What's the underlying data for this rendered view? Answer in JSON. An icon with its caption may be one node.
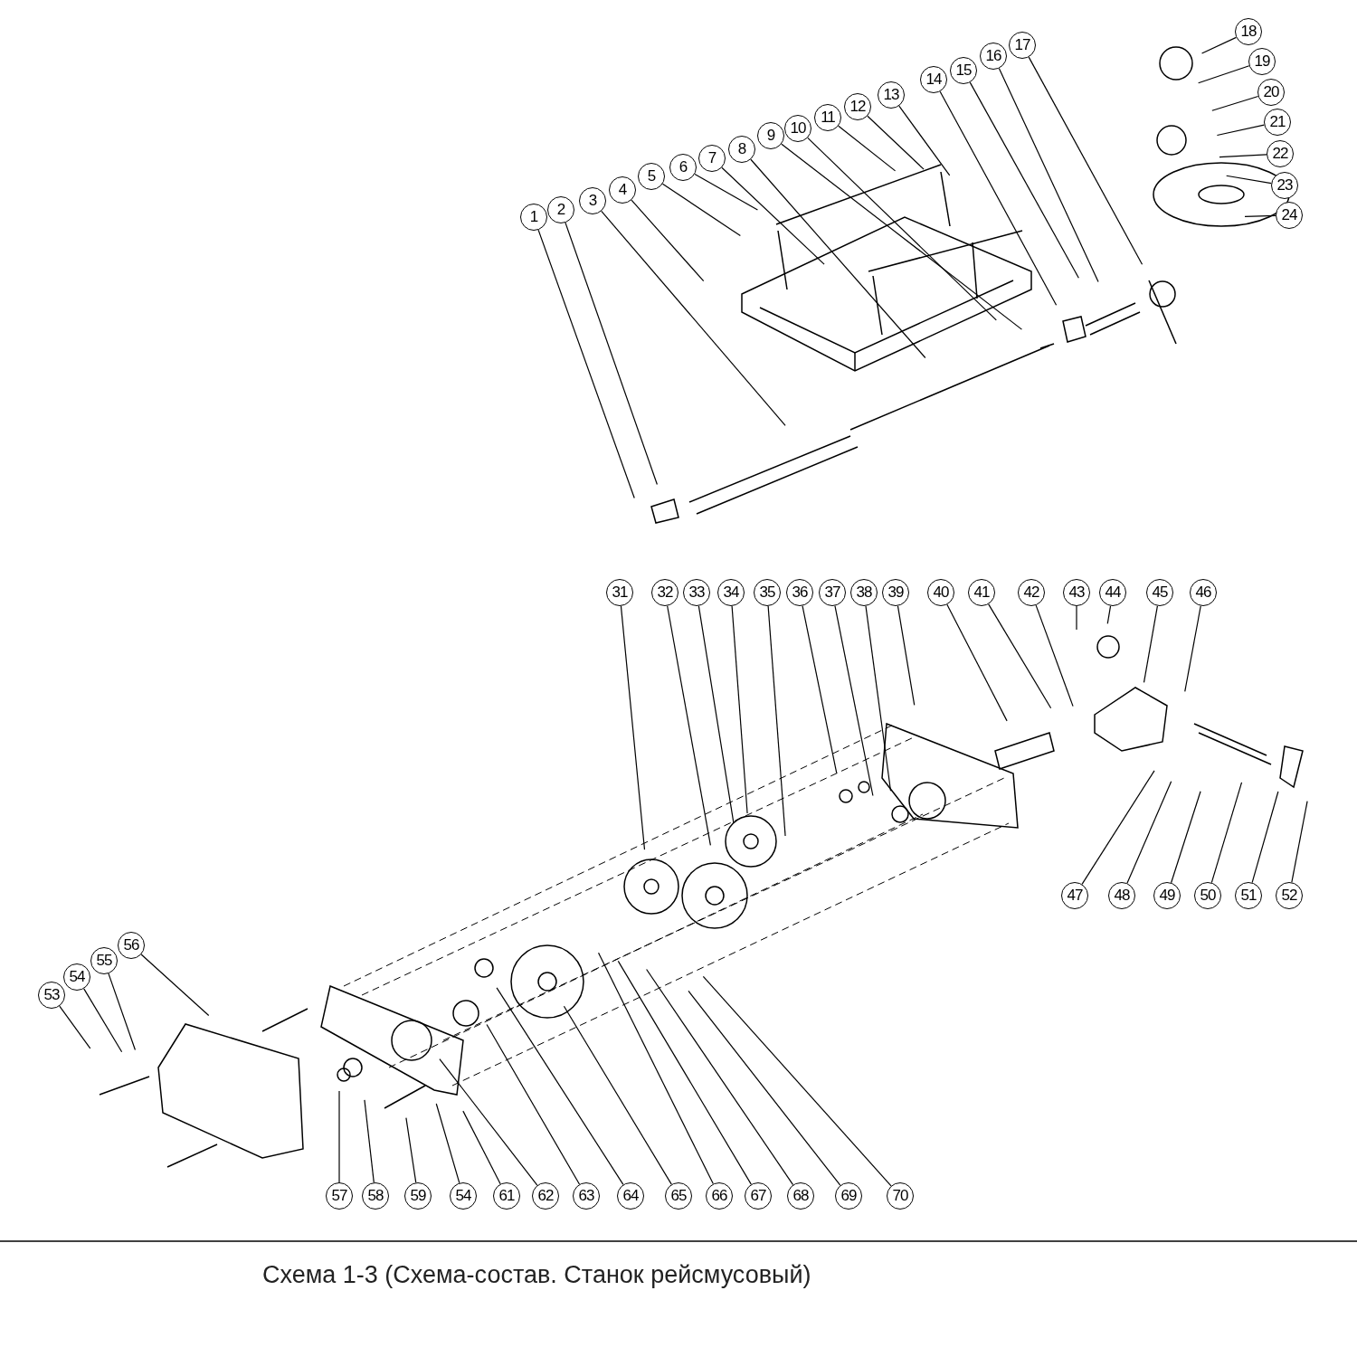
{
  "diagram": {
    "caption": "Схема 1-3 (Схема-состав. Станок рейсмусовый)",
    "nodes": [
      {
        "text": [
          "1"
        ]
      },
      {
        "text": [
          "2"
        ]
      },
      {
        "text": [
          "3"
        ]
      },
      {
        "text": [
          "4"
        ]
      },
      {
        "text": [
          "5"
        ]
      },
      {
        "text": [
          "6"
        ]
      },
      {
        "text": [
          "7"
        ]
      },
      {
        "text": [
          "8"
        ]
      },
      {
        "text": [
          "9"
        ]
      },
      {
        "text": [
          "10"
        ]
      },
      {
        "text": [
          "11"
        ]
      },
      {
        "text": [
          "12"
        ]
      },
      {
        "text": [
          "13"
        ]
      },
      {
        "text": [
          "14"
        ]
      },
      {
        "text": [
          "15"
        ]
      },
      {
        "text": [
          "16"
        ]
      },
      {
        "text": [
          "17"
        ]
      },
      {
        "text": [
          "18"
        ]
      },
      {
        "text": [
          "19"
        ]
      },
      {
        "text": [
          "20"
        ]
      },
      {
        "text": [
          "21"
        ]
      },
      {
        "text": [
          "22"
        ]
      },
      {
        "text": [
          "23"
        ]
      },
      {
        "text": [
          "24"
        ]
      },
      {
        "text": [
          "31"
        ]
      },
      {
        "text": [
          "32"
        ]
      },
      {
        "text": [
          "33"
        ]
      },
      {
        "text": [
          "34"
        ]
      },
      {
        "text": [
          "35"
        ]
      },
      {
        "text": [
          "36"
        ]
      },
      {
        "text": [
          "37"
        ]
      },
      {
        "text": [
          "38"
        ]
      },
      {
        "text": [
          "39"
        ]
      },
      {
        "text": [
          "40"
        ]
      },
      {
        "text": [
          "41"
        ]
      },
      {
        "text": [
          "42"
        ]
      },
      {
        "text": [
          "43"
        ]
      },
      {
        "text": [
          "44"
        ]
      },
      {
        "text": [
          "45"
        ]
      },
      {
        "text": [
          "46"
        ]
      },
      {
        "text": [
          "47"
        ]
      },
      {
        "text": [
          "48"
        ]
      },
      {
        "text": [
          "49"
        ]
      },
      {
        "text": [
          "50"
        ]
      },
      {
        "text": [
          "51"
        ]
      },
      {
        "text": [
          "52"
        ]
      },
      {
        "text": [
          "53"
        ]
      },
      {
        "text": [
          "54"
        ]
      },
      {
        "text": [
          "55"
        ]
      },
      {
        "text": [
          "56"
        ]
      },
      {
        "text": [
          "57"
        ]
      },
      {
        "text": [
          "58"
        ]
      },
      {
        "text": [
          "59"
        ]
      },
      {
        "text": [
          "54"
        ]
      },
      {
        "text": [
          "61"
        ]
      },
      {
        "text": [
          "62"
        ]
      },
      {
        "text": [
          "63"
        ]
      },
      {
        "text": [
          "64"
        ]
      },
      {
        "text": [
          "65"
        ]
      },
      {
        "text": [
          "66"
        ]
      },
      {
        "text": [
          "67"
        ]
      },
      {
        "text": [
          "68"
        ]
      },
      {
        "text": [
          "69"
        ]
      },
      {
        "text": [
          "70"
        ]
      }
    ],
    "edges": [
      {
        "from": 0,
        "to": null,
        "arrow": "none"
      },
      {
        "from": 1,
        "to": null,
        "arrow": "none"
      },
      {
        "from": 2,
        "to": null,
        "arrow": "none"
      },
      {
        "from": 3,
        "to": null,
        "arrow": "none"
      },
      {
        "from": 4,
        "to": null,
        "arrow": "none"
      },
      {
        "from": 5,
        "to": null,
        "arrow": "none"
      },
      {
        "from": 6,
        "to": null,
        "arrow": "none"
      },
      {
        "from": 7,
        "to": null,
        "arrow": "none"
      },
      {
        "from": 8,
        "to": null,
        "arrow": "none"
      },
      {
        "from": 9,
        "to": null,
        "arrow": "none"
      },
      {
        "from": 10,
        "to": null,
        "arrow": "none"
      },
      {
        "from": 11,
        "to": null,
        "arrow": "none"
      },
      {
        "from": 12,
        "to": null,
        "arrow": "none"
      },
      {
        "from": 13,
        "to": null,
        "arrow": "none"
      },
      {
        "from": 14,
        "to": null,
        "arrow": "none"
      },
      {
        "from": 15,
        "to": null,
        "arrow": "none"
      },
      {
        "from": 16,
        "to": null,
        "arrow": "none"
      },
      {
        "from": 17,
        "to": null,
        "arrow": "none"
      },
      {
        "from": 18,
        "to": null,
        "arrow": "none"
      },
      {
        "from": 19,
        "to": null,
        "arrow": "none"
      },
      {
        "from": 20,
        "to": null,
        "arrow": "none"
      },
      {
        "from": 21,
        "to": null,
        "arrow": "none"
      },
      {
        "from": 22,
        "to": null,
        "arrow": "none"
      },
      {
        "from": 23,
        "to": null,
        "arrow": "none"
      },
      {
        "from": 24,
        "to": null,
        "arrow": "none"
      },
      {
        "from": 25,
        "to": null,
        "arrow": "none"
      },
      {
        "from": 26,
        "to": null,
        "arrow": "none"
      },
      {
        "from": 27,
        "to": null,
        "arrow": "none"
      },
      {
        "from": 28,
        "to": null,
        "arrow": "none"
      },
      {
        "from": 29,
        "to": null,
        "arrow": "none"
      },
      {
        "from": 30,
        "to": null,
        "arrow": "none"
      },
      {
        "from": 31,
        "to": null,
        "arrow": "none"
      },
      {
        "from": 32,
        "to": null,
        "arrow": "none"
      },
      {
        "from": 33,
        "to": null,
        "arrow": "none"
      },
      {
        "from": 34,
        "to": null,
        "arrow": "none"
      },
      {
        "from": 35,
        "to": null,
        "arrow": "none"
      },
      {
        "from": 36,
        "to": null,
        "arrow": "none"
      },
      {
        "from": 37,
        "to": null,
        "arrow": "none"
      },
      {
        "from": 38,
        "to": null,
        "arrow": "none"
      },
      {
        "from": 39,
        "to": null,
        "arrow": "none"
      },
      {
        "from": 40,
        "to": null,
        "arrow": "none"
      },
      {
        "from": 41,
        "to": null,
        "arrow": "none"
      },
      {
        "from": 42,
        "to": null,
        "arrow": "none"
      },
      {
        "from": 43,
        "to": null,
        "arrow": "none"
      },
      {
        "from": 44,
        "to": null,
        "arrow": "none"
      },
      {
        "from": 45,
        "to": null,
        "arrow": "none"
      },
      {
        "from": 46,
        "to": null,
        "arrow": "none"
      },
      {
        "from": 47,
        "to": null,
        "arrow": "none"
      },
      {
        "from": 48,
        "to": null,
        "arrow": "none"
      },
      {
        "from": 49,
        "to": null,
        "arrow": "none"
      },
      {
        "from": 50,
        "to": null,
        "arrow": "none"
      },
      {
        "from": 51,
        "to": null,
        "arrow": "none"
      },
      {
        "from": 52,
        "to": null,
        "arrow": "none"
      },
      {
        "from": 53,
        "to": null,
        "arrow": "none"
      },
      {
        "from": 54,
        "to": null,
        "arrow": "none"
      },
      {
        "from": 55,
        "to": null,
        "arrow": "none"
      },
      {
        "from": 56,
        "to": null,
        "arrow": "none"
      },
      {
        "from": 57,
        "to": null,
        "arrow": "none"
      },
      {
        "from": 58,
        "to": null,
        "arrow": "none"
      },
      {
        "from": 59,
        "to": null,
        "arrow": "none"
      },
      {
        "from": 60,
        "to": null,
        "arrow": "none"
      },
      {
        "from": 61,
        "to": null,
        "arrow": "none"
      },
      {
        "from": 62,
        "to": null,
        "arrow": "none"
      },
      {
        "from": 63,
        "to": null,
        "arrow": "none"
      }
    ]
  }
}
